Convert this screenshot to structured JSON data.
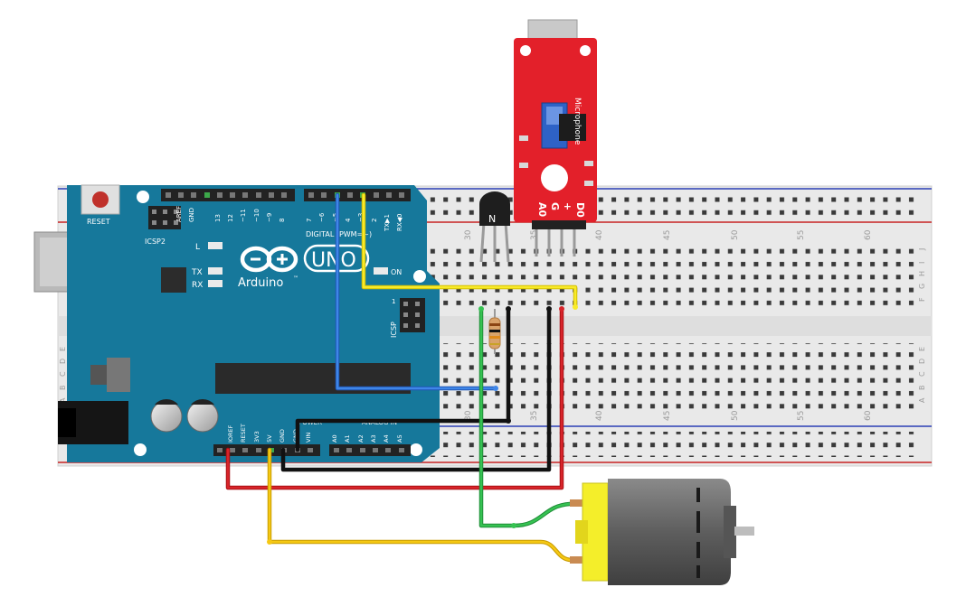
{
  "arduino": {
    "reset_label": "RESET",
    "icsp2_label": "ICSP2",
    "top_header_labels": [
      "AREF",
      "GND",
      "13",
      "12",
      "~11",
      "~10",
      "~9",
      "8",
      "7",
      "~6",
      "~5",
      "4",
      "~3",
      "2",
      "TX▶1",
      "RX◀0"
    ],
    "digital_label": "DIGITAL (PWM=~)",
    "led_l": "L",
    "led_tx": "TX",
    "led_rx": "RX",
    "on_label": "ON",
    "brand": "Arduino",
    "tm": "™",
    "model": "UNO",
    "icsp_label": "ICSP",
    "icsp_pin1": "1",
    "power_labels": [
      "IOREF",
      "RESET",
      "3V3",
      "5V",
      "GND",
      "GND",
      "VIN"
    ],
    "power_group": "POWER",
    "analog_group": "ANALOG IN",
    "analog_labels": [
      "A0",
      "A1",
      "A2",
      "A3",
      "A4",
      "A5"
    ]
  },
  "breadboard": {
    "column_numbers": [
      "30",
      "35",
      "40",
      "45",
      "50",
      "55",
      "60"
    ],
    "row_letters_top": [
      "J",
      "I",
      "H",
      "G",
      "F"
    ],
    "row_letters_bottom": [
      "E",
      "D",
      "C",
      "B",
      "A"
    ]
  },
  "microphone": {
    "title": "Microphone",
    "pins": [
      "A0",
      "G",
      "+",
      "D0"
    ]
  },
  "transistor": {
    "label": "N"
  },
  "wire_colors": {
    "blue": "#2c6fd6",
    "yellow": "#f5e21a",
    "black": "#1a1a1a",
    "red": "#c8151b",
    "green": "#2fb34a",
    "motor_yellow": "#f2c40f"
  },
  "colors": {
    "arduino_board": "#16789b",
    "breadboard": "#e9e9e9",
    "mic_board": "#e3202a",
    "motor_cap": "#f4ee2a",
    "motor_body": "#6b6b6b"
  }
}
